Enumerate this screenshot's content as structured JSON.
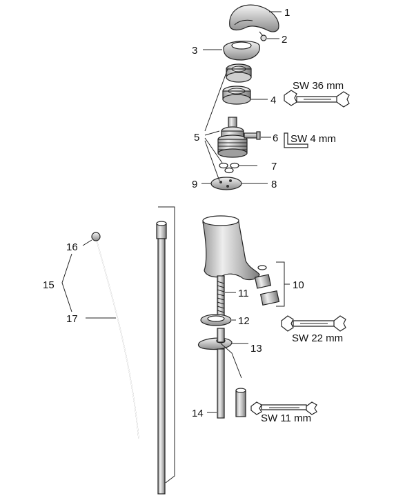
{
  "part_numbers": [
    "1",
    "2",
    "3",
    "4",
    "5",
    "6",
    "7",
    "8",
    "9",
    "10",
    "11",
    "12",
    "13",
    "14",
    "15",
    "16",
    "17"
  ],
  "tools": {
    "wrench_36": "SW 36 mm",
    "hex_key_4": "SW 4 mm",
    "wrench_22": "SW 22 mm",
    "wrench_11": "SW 11 mm"
  }
}
